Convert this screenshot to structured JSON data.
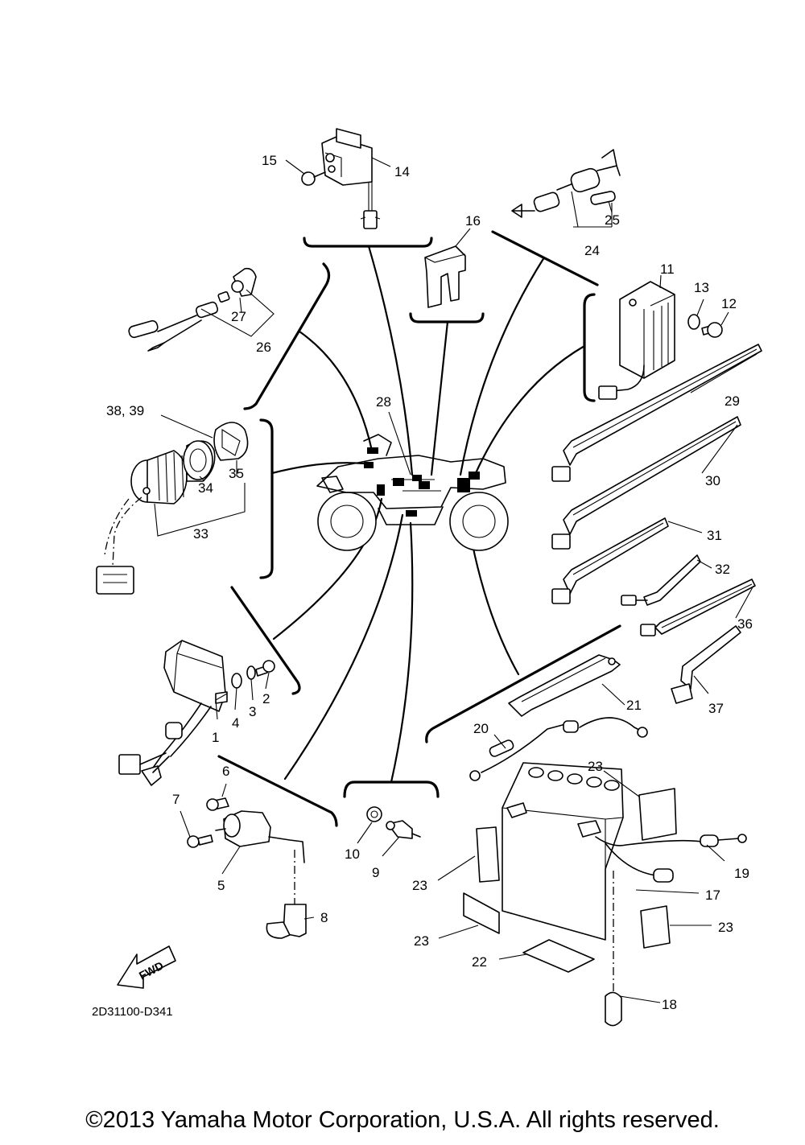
{
  "diagram_code": "2D31100-D341",
  "fwd_label": "FWD",
  "copyright": "©2013 Yamaha Motor Corporation, U.S.A. All rights reserved.",
  "callouts": {
    "c1": "1",
    "c2": "2",
    "c3": "3",
    "c4": "4",
    "c5": "5",
    "c6": "6",
    "c7": "7",
    "c8": "8",
    "c9": "9",
    "c10": "10",
    "c11": "11",
    "c12": "12",
    "c13": "13",
    "c14": "14",
    "c15": "15",
    "c16": "16",
    "c17": "17",
    "c18": "18",
    "c19": "19",
    "c20": "20",
    "c21": "21",
    "c22": "22",
    "c23a": "23",
    "c23b": "23",
    "c23c": "23",
    "c23d": "23",
    "c24": "24",
    "c25": "25",
    "c26": "26",
    "c27": "27",
    "c28": "28",
    "c29": "29",
    "c30": "30",
    "c31": "31",
    "c32": "32",
    "c33": "33",
    "c34": "34",
    "c35": "35",
    "c36": "36",
    "c37": "37",
    "c3839": "38, 39"
  }
}
